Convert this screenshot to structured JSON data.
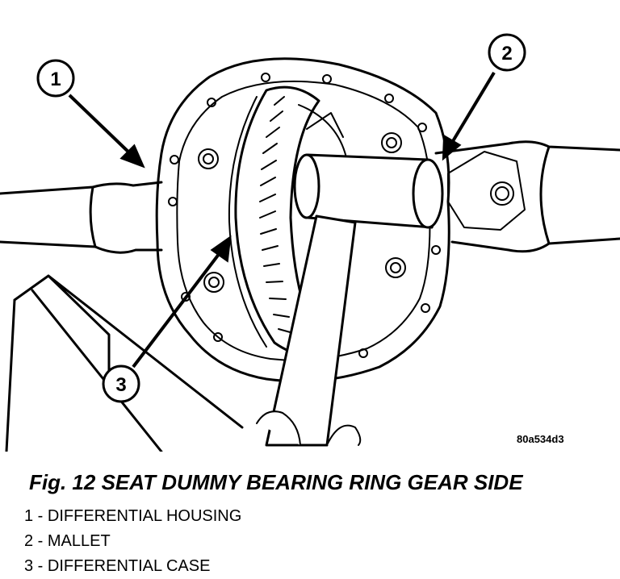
{
  "figure": {
    "reference_code": "80a534d3",
    "callouts": [
      {
        "number": "1"
      },
      {
        "number": "2"
      },
      {
        "number": "3"
      }
    ]
  },
  "caption": "Fig. 12 SEAT DUMMY BEARING RING GEAR SIDE",
  "legend": [
    {
      "text": "1 - DIFFERENTIAL HOUSING"
    },
    {
      "text": "2 - MALLET"
    },
    {
      "text": "3 - DIFFERENTIAL CASE"
    }
  ]
}
